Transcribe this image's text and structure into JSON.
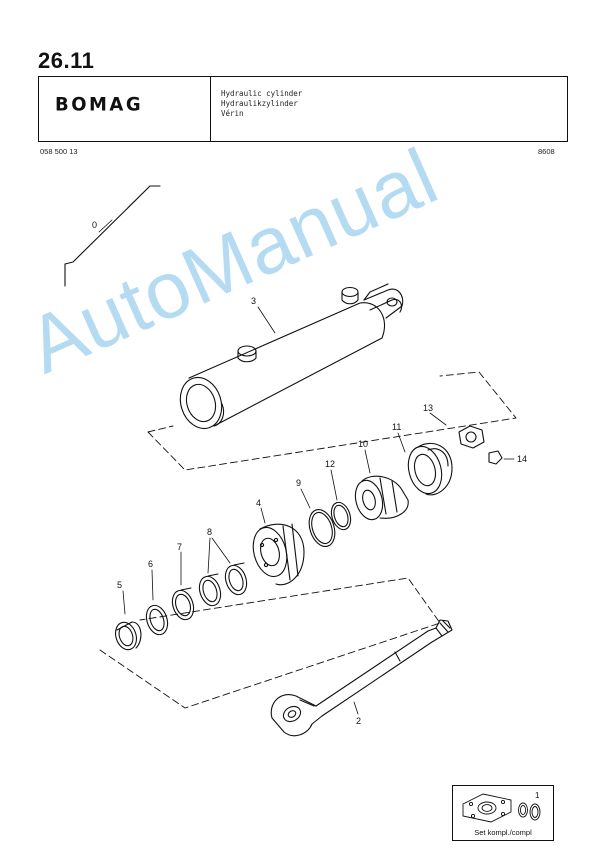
{
  "header": {
    "section_number": "26.11",
    "brand": "BOMAG",
    "title_en": "Hydraulic cylinder",
    "title_de": "Hydraulikzylinder",
    "title_fr": "Vérin",
    "part_number": "058 500 13",
    "date_code": "8608"
  },
  "callouts": [
    "0",
    "1",
    "2",
    "3",
    "4",
    "5",
    "6",
    "7",
    "8",
    "9",
    "10",
    "11",
    "12",
    "13",
    "14"
  ],
  "set_box": {
    "label": "Set kompl./compl",
    "item_number": "1"
  },
  "watermark": {
    "text": "AutoManual",
    "color": "#78bee8"
  }
}
